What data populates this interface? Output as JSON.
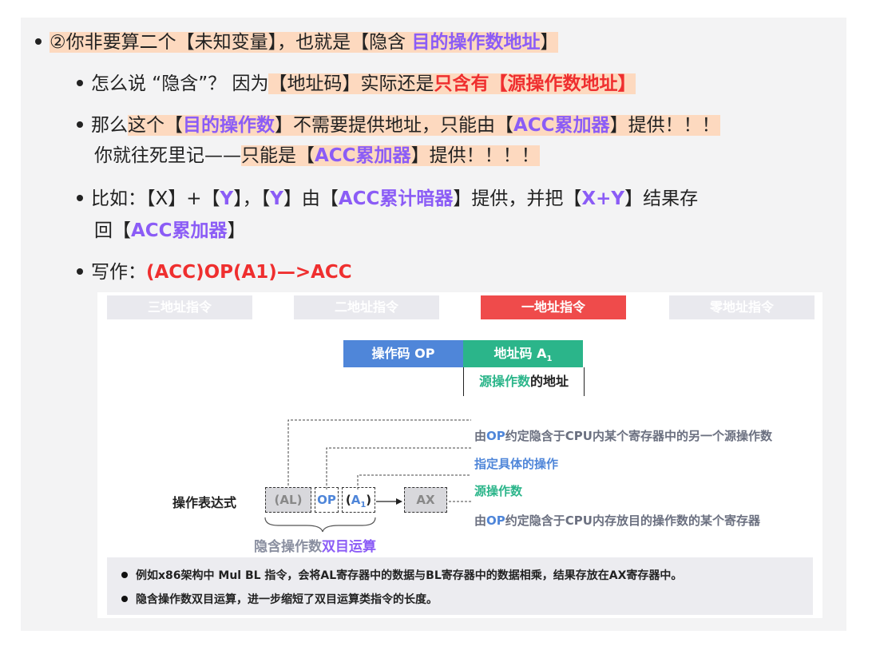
{
  "bullets": {
    "b1": {
      "prefix": "②你非要算二个【未知变量】，也就是【隐含 ",
      "highlight": "目的操作数地址",
      "suffix": "】"
    },
    "b2": {
      "prefix": "怎么说 “隐含”？ 因为",
      "part1": "【地址码】实际还是",
      "part2": "只含有【源操作数地址】"
    },
    "b3": {
      "line1_a": "那么",
      "line1_b": "这个【",
      "line1_c": "目的操作数",
      "line1_d": "】不需要提供地址，只能由【",
      "line1_e": "ACC累加器",
      "line1_f": "】提供！！！",
      "line2_a": "你就往死里记——",
      "line2_b": "只能是【",
      "line2_c": "ACC累加器",
      "line2_d": "】提供！！！！"
    },
    "b4": {
      "line1_a": "比如：【X】+【",
      "line1_b": "Y",
      "line1_c": "】，【",
      "line1_d": "Y",
      "line1_e": "】由【",
      "line1_f": "ACC累计暗器",
      "line1_g": "】提供，并把【",
      "line1_h": "X+Y",
      "line1_i": "】结果存",
      "line2_a": "回【",
      "line2_b": "ACC累加器",
      "line2_c": "】"
    },
    "b5": {
      "prefix": "写作：",
      "formula": "(ACC)OP(A1)—>ACC"
    }
  },
  "slide": {
    "tabs": [
      "三地址指令",
      "二地址指令",
      "一地址指令",
      "零地址指令"
    ],
    "active_tab": 2,
    "format": {
      "op_label": "操作码 OP",
      "addr_label": "地址码 A",
      "addr_sub": "1",
      "src_green": "源操作数",
      "src_rest": "的地址"
    },
    "annotations": {
      "a1_pre": "由",
      "a1_op": "OP",
      "a1_post": "约定隐含于CPU内某个寄存器中的另一个源操作数",
      "a2": "指定具体的操作",
      "a3": "源操作数",
      "a4_pre": "由",
      "a4_op": "OP",
      "a4_post": "约定隐含于CPU内存放目的操作数的某个寄存器"
    },
    "expression": {
      "label": "操作表达式",
      "al": "(AL)",
      "op": "OP",
      "a1_open": "(",
      "a1_main": "A",
      "a1_sub": "1",
      "a1_close": ")",
      "arrow": "→",
      "ax": "AX"
    },
    "implied": {
      "gray": "隐含操作数",
      "purple": "双目运算"
    },
    "notes": [
      "例如x86架构中 Mul BL 指令，会将AL寄存器中的数据与BL寄存器中的数据相乘，结果存放在AX寄存器中。",
      "隐含操作数双目运算，进一步缩短了双目运算类指令的长度。"
    ]
  }
}
